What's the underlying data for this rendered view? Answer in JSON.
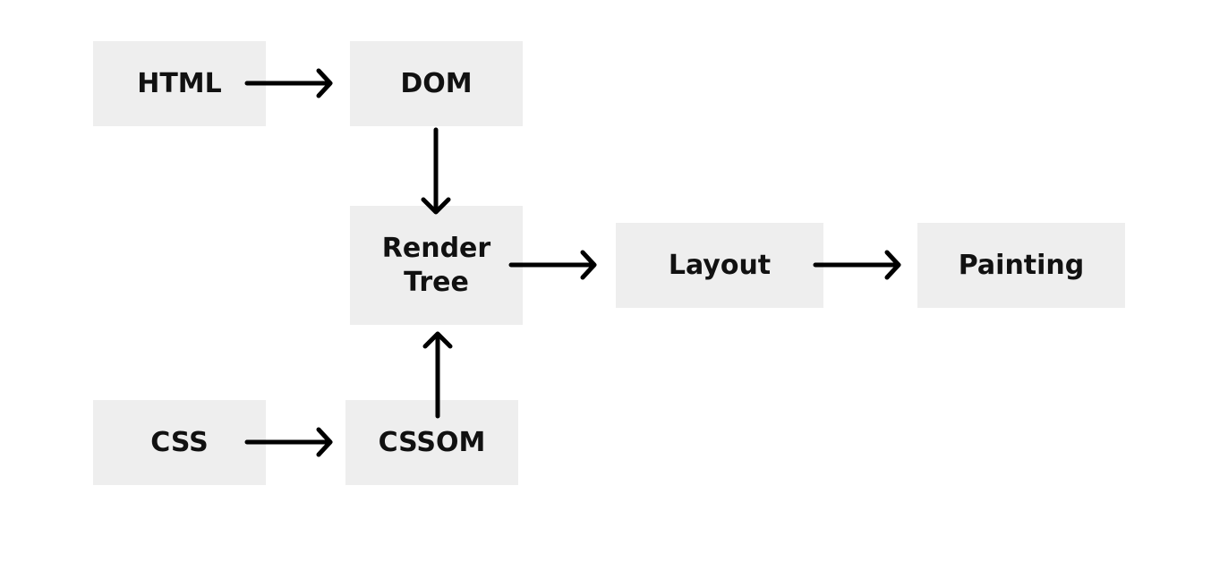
{
  "diagram": {
    "nodes": {
      "html": "HTML",
      "dom": "DOM",
      "render_tree": "Render\nTree",
      "layout": "Layout",
      "painting": "Painting",
      "css": "CSS",
      "cssom": "CSSOM"
    },
    "edges": [
      {
        "from": "HTML",
        "to": "DOM"
      },
      {
        "from": "DOM",
        "to": "Render Tree"
      },
      {
        "from": "CSS",
        "to": "CSSOM"
      },
      {
        "from": "CSSOM",
        "to": "Render Tree"
      },
      {
        "from": "Render Tree",
        "to": "Layout"
      },
      {
        "from": "Layout",
        "to": "Painting"
      }
    ],
    "colors": {
      "node_fill": "#eeeeee",
      "arrow": "#000000",
      "text": "#111111"
    }
  }
}
